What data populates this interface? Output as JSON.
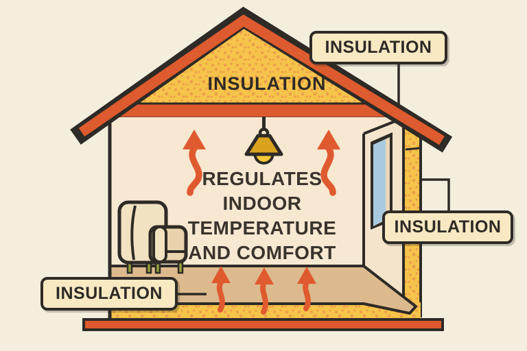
{
  "diagram": {
    "attic": {
      "label": "INSULATION"
    },
    "room_message": {
      "lines": [
        "REGULATES",
        "INDOOR",
        "TEMPERATURE",
        "AND COMFORT"
      ]
    },
    "callouts": {
      "roof_label": "INSULATION",
      "wall_label": "INSULATION",
      "floor_label": "INSULATION"
    },
    "colors": {
      "background": "#F4EEDF",
      "outline": "#2E2A26",
      "roof": "#DD5B2E",
      "ground": "#DE5A2E",
      "insulation_fill": "#F6C44A",
      "speckle": "#EC9F4B",
      "wall_interior": "#F7E8D2",
      "wall_panel": "#F3E4CB",
      "floor": "#DCBA8E",
      "window_glass": "#A9C9DF",
      "window_reveal": "#E8D6B8",
      "lamp_shade": "#D9A31E",
      "lamp_bulb": "#F4C737",
      "arrow": "#E05A30",
      "label_box_fill": "#F8E9C3",
      "chair_body": "#F1E2C2",
      "chair_seat": "#E9D3AC",
      "chair_leg": "#93A03C",
      "text": "#2E2A26",
      "message_text": "#3A342D"
    }
  }
}
